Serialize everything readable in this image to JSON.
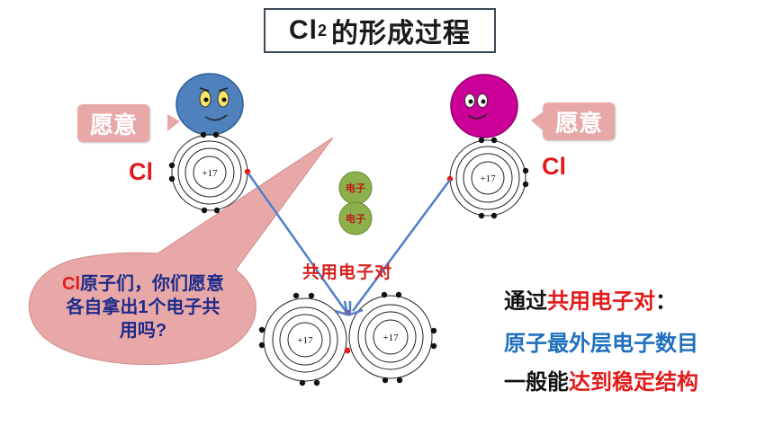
{
  "title": {
    "main": "Cl",
    "sub": "2",
    "suffix": "的形成过程"
  },
  "willing_left": "愿意",
  "willing_right": "愿意",
  "atom_left_label": "Cl",
  "atom_right_label": "Cl",
  "nucleus_charge": "+17",
  "electron_ball_top": "电子",
  "electron_ball_bottom": "电子",
  "shared_pair_label": "共用电子对",
  "speech_bubble": {
    "lead": "Cl",
    "rest": "原子们，你们愿意各自拿出1个电子共用吗?"
  },
  "conclusion": {
    "line1_pre": "通过",
    "line1_red": "共用电子对",
    "line1_post": "：",
    "line2": "原子最外层电子数目",
    "line3_pre": "一般能",
    "line3_red": "达到稳定结构"
  },
  "colors": {
    "left_face": "#4f81bd",
    "right_face": "#cc0099",
    "bubble": "#e9a8a8",
    "electron_ball": "#8bb04c",
    "arrow": "#4f7fc7",
    "red_electron": "#e31a1a"
  }
}
